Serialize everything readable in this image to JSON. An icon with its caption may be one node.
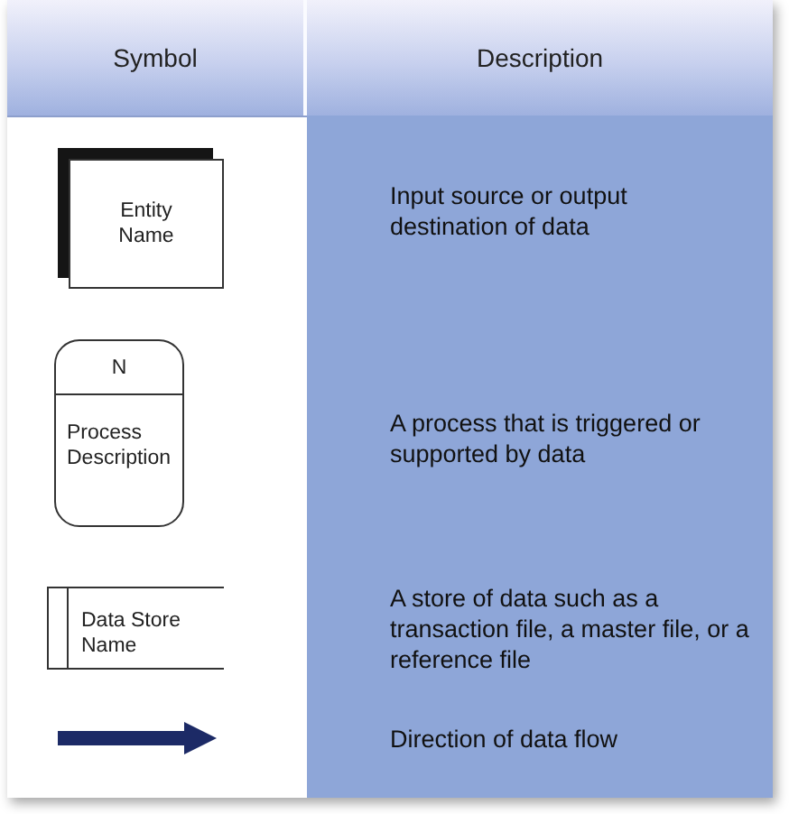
{
  "diagram": {
    "nodes": [
      {
        "text": [
          "Entity Name"
        ]
      },
      {
        "text": [
          "N",
          "Process Description"
        ]
      },
      {
        "text": [
          "Data Store Name"
        ]
      }
    ],
    "labels": [
      "Symbol",
      "Description",
      "Input source or output destination of data",
      "A process that is triggered or supported by data",
      "A store of data such as a transaction file, a master file, or a reference file",
      "Direction of data flow"
    ]
  }
}
